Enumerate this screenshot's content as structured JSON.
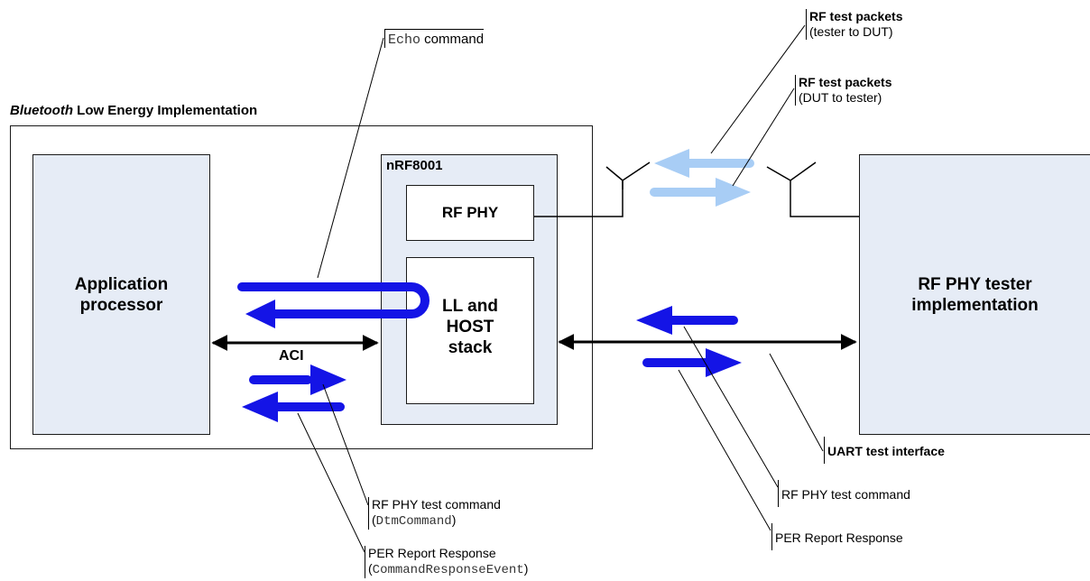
{
  "implementation": {
    "title_italic": "Bluetooth",
    "title_rest": " Low Energy Implementation"
  },
  "app_processor": {
    "label_line1": "Application",
    "label_line2": "processor"
  },
  "chip": {
    "name": "nRF8001"
  },
  "rf_phy": {
    "label": "RF PHY"
  },
  "stack": {
    "line1": "LL and",
    "line2": "HOST",
    "line3": "stack"
  },
  "aci": {
    "label": "ACI"
  },
  "tester": {
    "label_line1": "RF PHY tester",
    "label_line2": "implementation"
  },
  "callouts": {
    "echo": {
      "code": "Echo",
      "text": " command"
    },
    "rf_packets_tx": {
      "title": "RF test packets",
      "sub": "(tester to DUT)"
    },
    "rf_packets_rx": {
      "title": "RF test packets",
      "sub": "(DUT to tester)"
    },
    "uart": {
      "title": "UART test interface"
    },
    "dtm_left": {
      "title": "RF PHY test command",
      "paren_open": "(",
      "code": "DtmCommand",
      "paren_close": ")"
    },
    "per_left": {
      "title": "PER Report Response",
      "paren_open": "(",
      "code": "CommandResponseEvent",
      "paren_close": ")"
    },
    "dtm_right": {
      "title": "RF PHY test command"
    },
    "per_right": {
      "title": "PER Report Response"
    }
  },
  "colors": {
    "arrow_blue": "#1414e6",
    "arrow_light_blue": "#a8cdf5",
    "box_fill": "#e6ecf6",
    "line": "#000000"
  }
}
